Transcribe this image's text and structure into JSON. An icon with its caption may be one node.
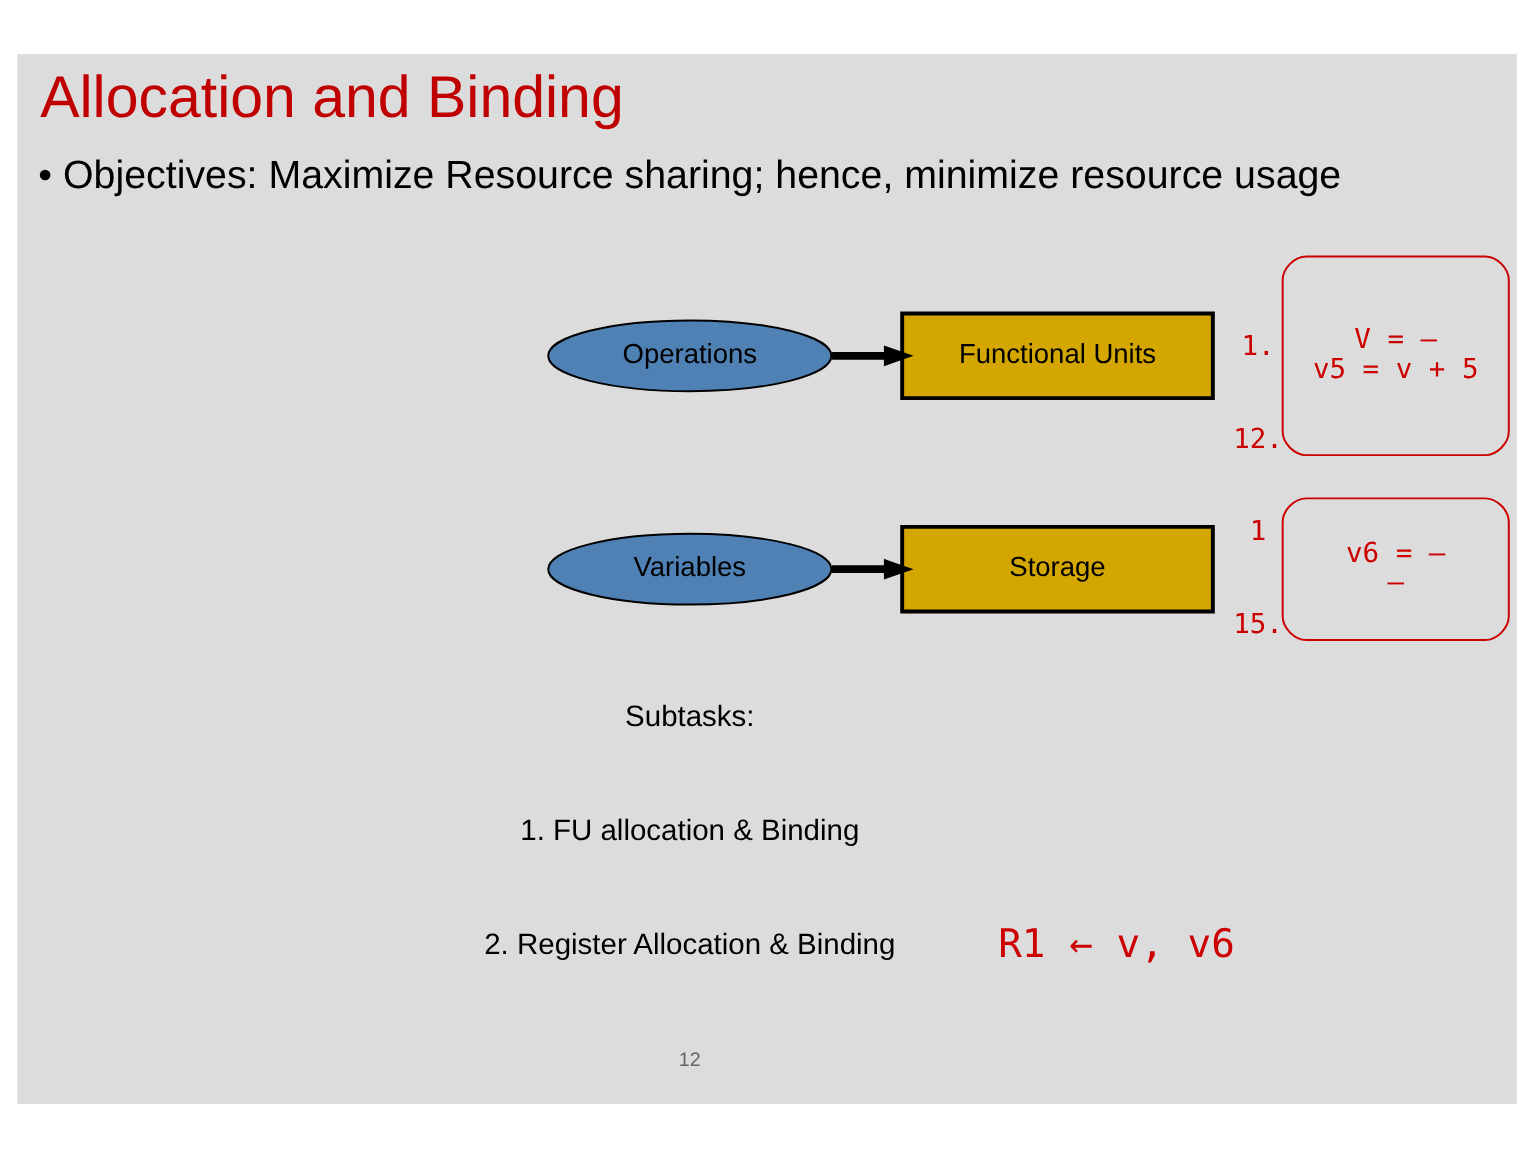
{
  "diagram": {
    "title": "Allocation and Binding",
    "nodes": [
      {
        "text": [
          "Operations"
        ]
      },
      {
        "text": [
          "Functional Units"
        ]
      },
      {
        "text": [
          "Variables"
        ]
      },
      {
        "text": [
          "Storage"
        ]
      },
      {
        "text": [
          "V = —",
          "v5 = v + 5"
        ],
        "beside": [
          "1.",
          "12."
        ]
      },
      {
        "text": [
          "v6 = —",
          "—"
        ],
        "beside": [
          "1",
          "15."
        ]
      }
    ],
    "edges": [
      {
        "from": 0,
        "to": 1,
        "arrow": "to"
      },
      {
        "from": 2,
        "to": 3,
        "arrow": "to"
      }
    ],
    "labels": [
      "• Objectives: Maximize Resource sharing; hence, minimize resource usage",
      "Subtasks:",
      "1. FU allocation & Binding",
      "2. Register Allocation & Binding",
      "R1 ← v, v6",
      "12"
    ]
  }
}
